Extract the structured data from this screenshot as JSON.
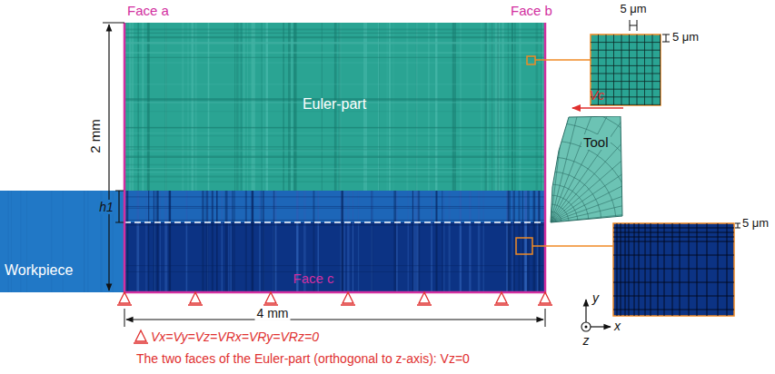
{
  "diagram": {
    "nodes": [
      {
        "text": [
          "Euler-part"
        ]
      },
      {
        "text": [
          "Workpiece"
        ]
      },
      {
        "text": [
          "Tool"
        ]
      }
    ],
    "labels": [
      "Face a",
      "Face b",
      "5 μm",
      "5 μm",
      "Vc",
      "5 μm",
      "2 mm",
      "h1",
      "Face c",
      "y",
      "x",
      "z",
      "4 mm",
      "Vx=Vy=Vz=VRx=VRy=VRz=0",
      "The two faces of the Euler-part (orthogonal to z-axis): Vz=0"
    ]
  }
}
